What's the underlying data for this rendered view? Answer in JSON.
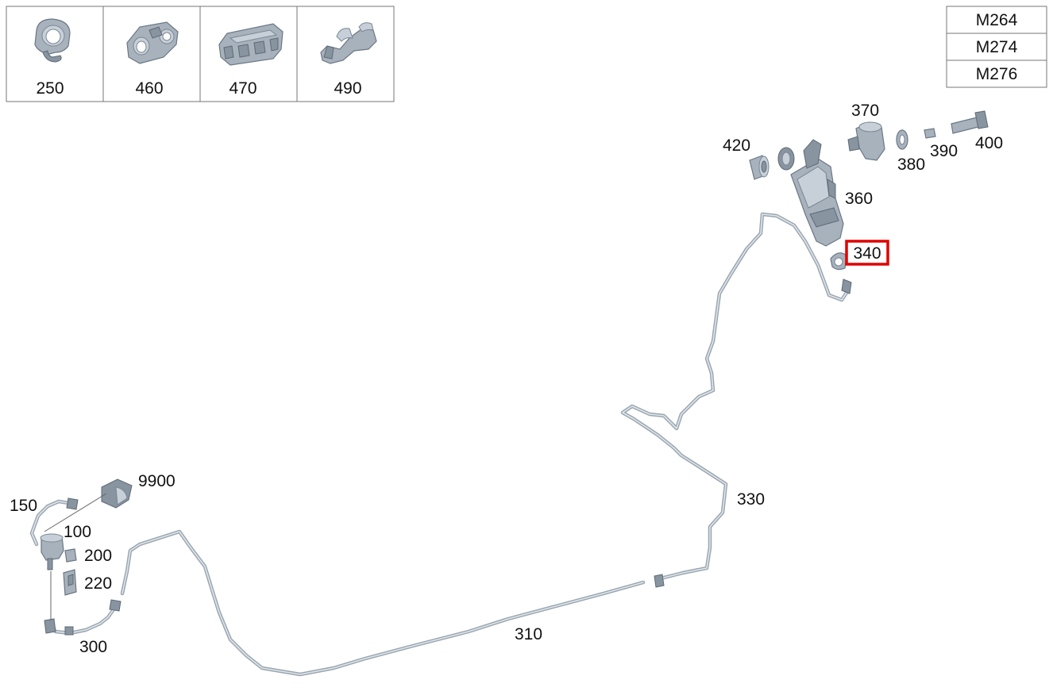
{
  "legend_parts": [
    {
      "id": "250"
    },
    {
      "id": "460"
    },
    {
      "id": "470"
    },
    {
      "id": "490"
    }
  ],
  "engines": [
    "M264",
    "M274",
    "M276"
  ],
  "callouts": {
    "p100": "100",
    "p150": "150",
    "p200": "200",
    "p220": "220",
    "p300": "300",
    "p310": "310",
    "p330": "330",
    "p340": "340",
    "p360": "360",
    "p370": "370",
    "p380": "380",
    "p390": "390",
    "p400": "400",
    "p420": "420",
    "p9900": "9900"
  },
  "highlighted_part": "340",
  "colors": {
    "highlight": "#e00000",
    "part": "#a7b2bd"
  }
}
